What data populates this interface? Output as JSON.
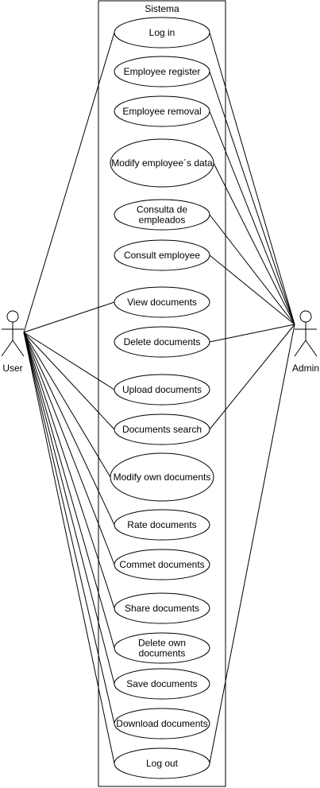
{
  "system": {
    "title": "Sistema"
  },
  "actors": [
    {
      "id": "user",
      "label": "User"
    },
    {
      "id": "admin",
      "label": "Admin"
    }
  ],
  "use_cases": [
    {
      "id": "login",
      "lines": [
        "Log in"
      ],
      "actors": [
        "user",
        "admin"
      ]
    },
    {
      "id": "employee-register",
      "lines": [
        "Employee register"
      ],
      "actors": [
        "admin"
      ]
    },
    {
      "id": "employee-removal",
      "lines": [
        "Employee removal"
      ],
      "actors": [
        "admin"
      ]
    },
    {
      "id": "modify-employee-data",
      "lines": [
        "Modify employee´s data"
      ],
      "actors": [
        "admin"
      ]
    },
    {
      "id": "consulta-empleados",
      "lines": [
        "Consulta de",
        "empleados"
      ],
      "actors": [
        "admin"
      ]
    },
    {
      "id": "consult-employee",
      "lines": [
        "Consult employee"
      ],
      "actors": [
        "admin"
      ]
    },
    {
      "id": "view-documents",
      "lines": [
        "View documents"
      ],
      "actors": [
        "user"
      ]
    },
    {
      "id": "delete-documents",
      "lines": [
        "Delete documents"
      ],
      "actors": [
        "admin"
      ]
    },
    {
      "id": "upload-documents",
      "lines": [
        "Upload documents"
      ],
      "actors": [
        "user"
      ]
    },
    {
      "id": "documents-search",
      "lines": [
        "Documents search"
      ],
      "actors": [
        "user",
        "admin"
      ]
    },
    {
      "id": "modify-own-documents",
      "lines": [
        "Modify own documents"
      ],
      "actors": [
        "user"
      ]
    },
    {
      "id": "rate-documents",
      "lines": [
        "Rate documents"
      ],
      "actors": [
        "user"
      ]
    },
    {
      "id": "commet-documents",
      "lines": [
        "Commet documents"
      ],
      "actors": [
        "user"
      ]
    },
    {
      "id": "share-documents",
      "lines": [
        "Share documents"
      ],
      "actors": [
        "user"
      ]
    },
    {
      "id": "delete-own-documents",
      "lines": [
        "Delete own",
        "documents"
      ],
      "actors": [
        "user"
      ]
    },
    {
      "id": "save-documents",
      "lines": [
        "Save documents"
      ],
      "actors": [
        "user"
      ]
    },
    {
      "id": "download-documents",
      "lines": [
        "Download documents"
      ],
      "actors": [
        "user"
      ]
    },
    {
      "id": "logout",
      "lines": [
        "Log out"
      ],
      "actors": [
        "user",
        "admin"
      ]
    }
  ]
}
